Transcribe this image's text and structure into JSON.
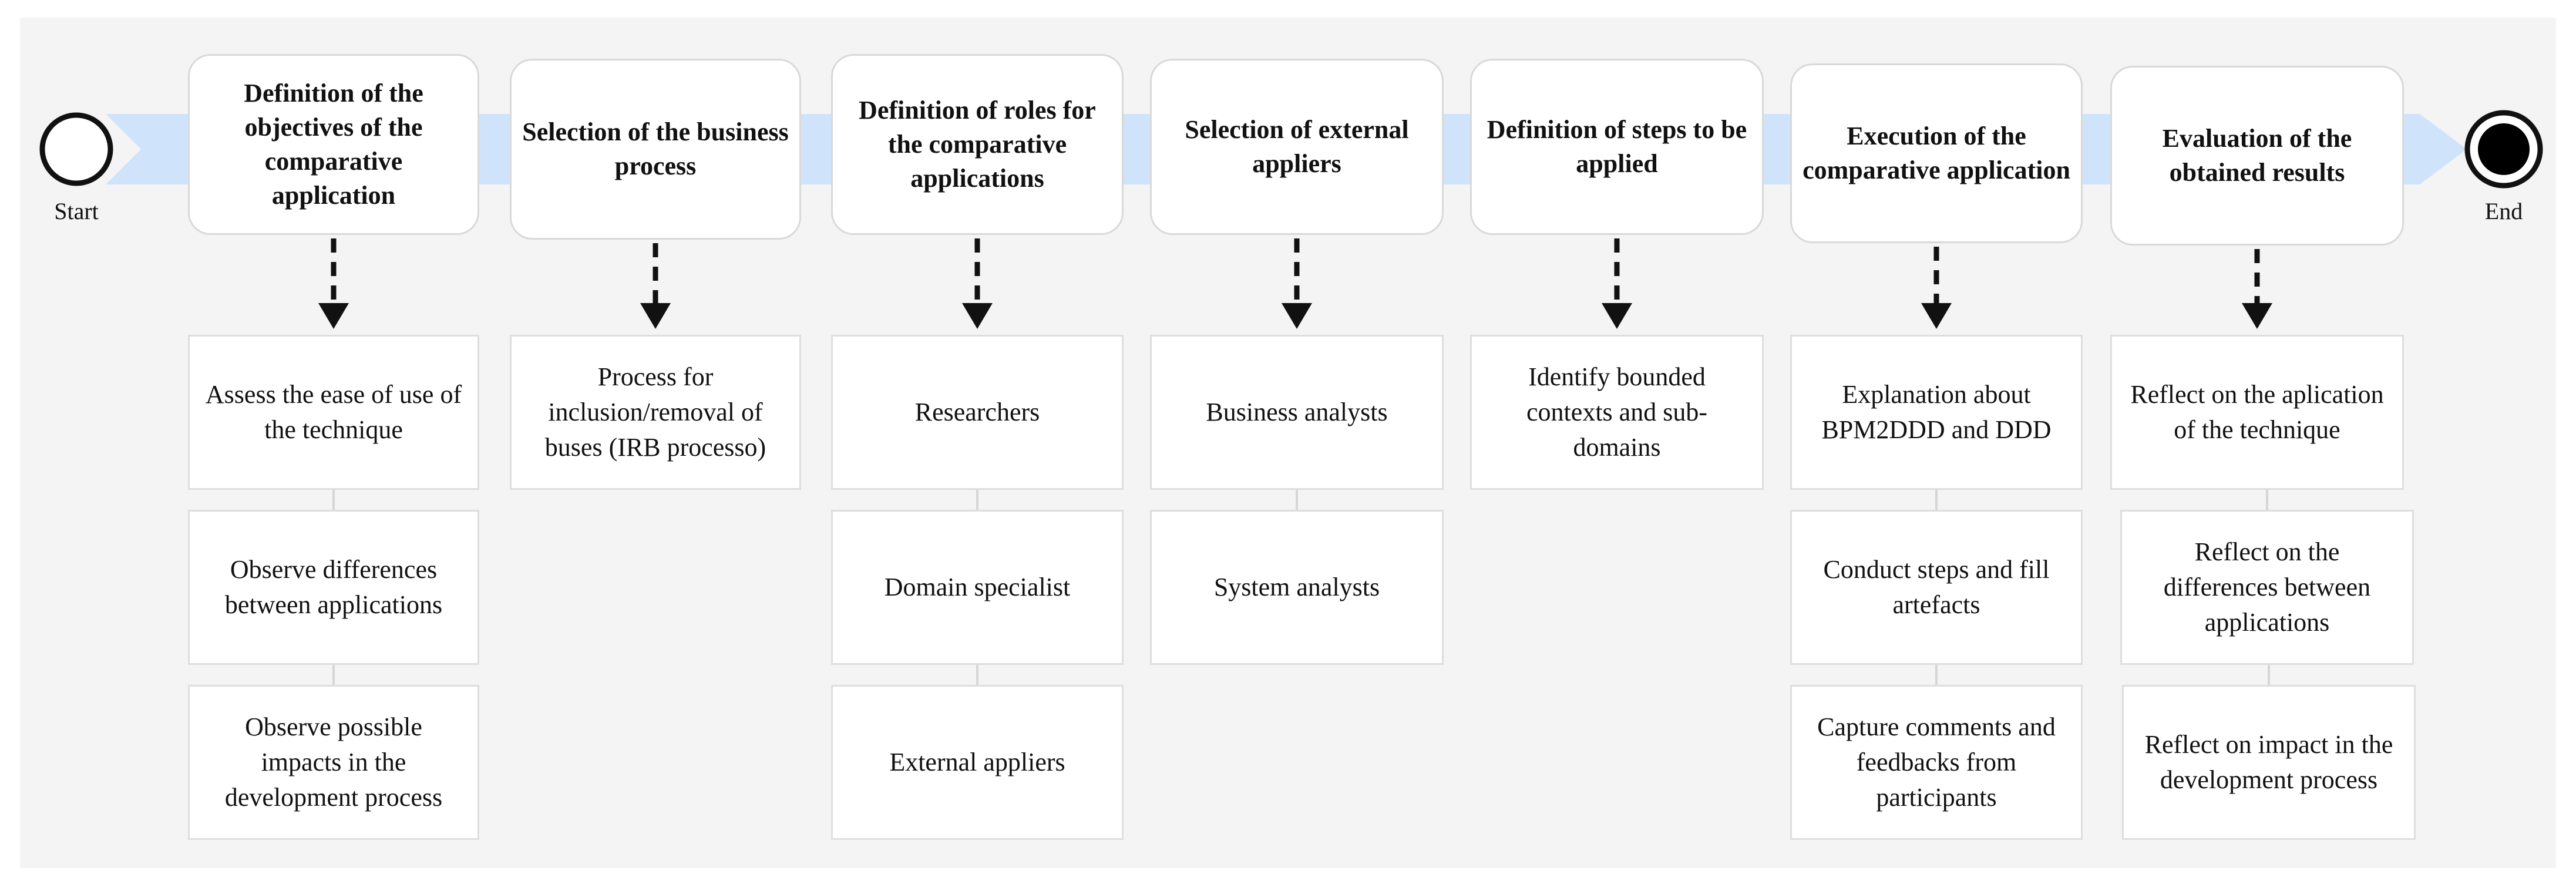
{
  "events": {
    "start_label": "Start",
    "end_label": "End"
  },
  "steps": [
    {
      "label": "Definition of the objectives of the comparative application"
    },
    {
      "label": "Selection of the business process"
    },
    {
      "label": "Definition of roles for the comparative applications"
    },
    {
      "label": "Selection of external appliers"
    },
    {
      "label": "Definition of steps to be applied"
    },
    {
      "label": "Execution of the comparative application"
    },
    {
      "label": "Evaluation of the obtained results"
    }
  ],
  "tasks": [
    [
      "Assess the ease of use of the technique",
      "Observe differences between applications",
      "Observe possible impacts in the development process"
    ],
    [
      "Process for inclusion/removal of buses (IRB processo)"
    ],
    [
      "Researchers",
      "Domain specialist",
      "External appliers"
    ],
    [
      "Business analysts",
      "System analysts"
    ],
    [
      "Identify bounded contexts and sub-domains"
    ],
    [
      "Explanation about BPM2DDD and DDD",
      "Conduct steps and fill artefacts",
      "Capture comments and feedbacks from participants"
    ],
    [
      "Reflect on the aplication of the technique",
      "Reflect on the differences between applications",
      "Reflect on impact in the development process"
    ]
  ],
  "colors": {
    "band": "#cfe3fb",
    "arrow": "#111111",
    "box_border": "#d9d9d9"
  }
}
